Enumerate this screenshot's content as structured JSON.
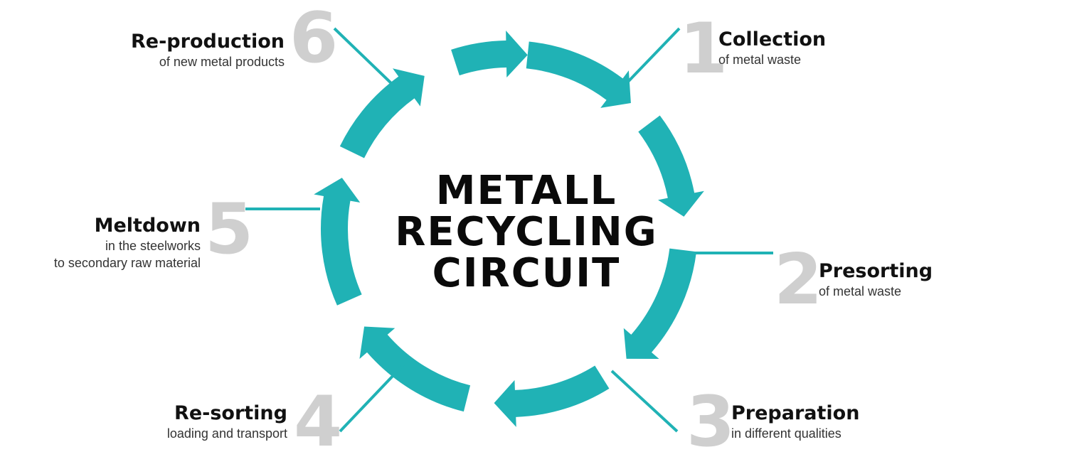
{
  "center": {
    "line1": "METALL",
    "line2": "RECYCLING",
    "line3": "CIRCUIT"
  },
  "colors": {
    "accent": "#20b2b5",
    "number": "#cfcfcf",
    "text": "#111111"
  },
  "steps": [
    {
      "number": "1",
      "title": "Collection",
      "subtitle": "of metal waste"
    },
    {
      "number": "2",
      "title": "Presorting",
      "subtitle": "of metal waste"
    },
    {
      "number": "3",
      "title": "Preparation",
      "subtitle": "in different qualities"
    },
    {
      "number": "4",
      "title": "Re-sorting",
      "subtitle": "loading and transport"
    },
    {
      "number": "5",
      "title": "Meltdown",
      "subtitle_line1": "in the steelworks",
      "subtitle_line2": "to secondary raw material"
    },
    {
      "number": "6",
      "title": "Re-production",
      "subtitle": "of new metal products"
    }
  ]
}
